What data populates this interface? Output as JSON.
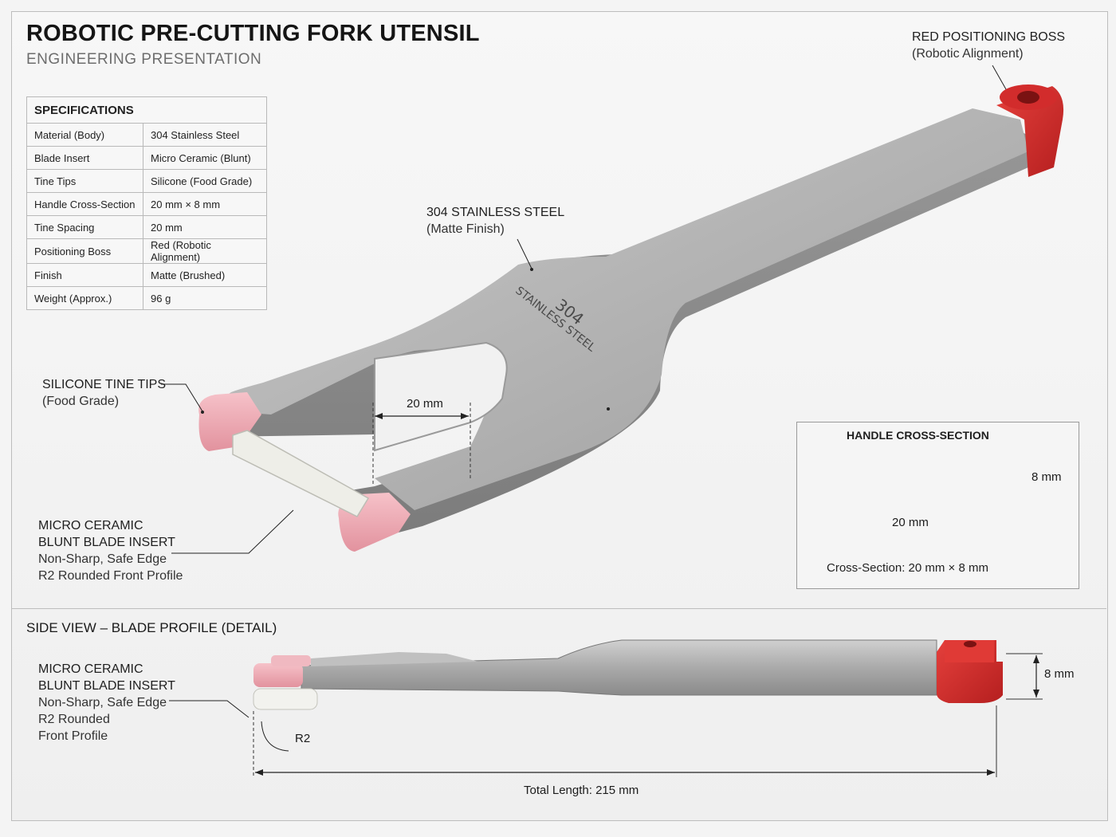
{
  "header": {
    "title": "ROBOTIC PRE-CUTTING FORK UTENSIL",
    "subtitle": "ENGINEERING PRESENTATION"
  },
  "specs": {
    "heading": "SPECIFICATIONS",
    "rows": [
      {
        "key": "Material (Body)",
        "value": "304 Stainless Steel"
      },
      {
        "key": "Blade Insert",
        "value": "Micro Ceramic (Blunt)"
      },
      {
        "key": "Tine Tips",
        "value": "Silicone (Food Grade)"
      },
      {
        "key": "Handle Cross-Section",
        "value": "20 mm × 8 mm"
      },
      {
        "key": "Tine Spacing",
        "value": "20 mm"
      },
      {
        "key": "Positioning Boss",
        "value": "Red (Robotic Alignment)"
      },
      {
        "key": "Finish",
        "value": "Matte (Brushed)"
      },
      {
        "key": "Weight (Approx.)",
        "value": "96 g"
      }
    ]
  },
  "callouts": {
    "boss": {
      "title": "RED POSITIONING BOSS",
      "sub": "(Robotic Alignment)"
    },
    "steel": {
      "title": "304 STAINLESS  STEEL",
      "sub": "(Matte Finish)"
    },
    "tips": {
      "title": "SILICONE TINE TIPS",
      "sub": "(Food Grade)"
    },
    "blade": {
      "line1": "MICRO CERAMIC",
      "line2": "BLUNT BLADE INSERT",
      "line3": "Non-Sharp, Safe Edge",
      "line4": "R2 Rounded Front Profile"
    },
    "engrave_num": "304",
    "engrave_text": "STAINLESS STEEL",
    "spacing_dim": "20 mm"
  },
  "cross_section": {
    "title": "HANDLE CROSS-SECTION",
    "width_label": "20 mm",
    "height_label": "8 mm",
    "caption": "Cross-Section: 20 mm × 8 mm"
  },
  "side_view": {
    "title": "SIDE VIEW – BLADE PROFILE (DETAIL)",
    "blade": {
      "line1": "MICRO CERAMIC",
      "line2": "BLUNT BLADE INSERT",
      "line3": "Non-Sharp, Safe Edge",
      "line4": "R2 Rounded",
      "line5": "Front Profile"
    },
    "radius_label": "R2",
    "height_label": "8 mm",
    "length_label": "Total Length: 215 mm"
  },
  "colors": {
    "steel": "#a9a9a9",
    "boss_red": "#d42a2a",
    "silicone_pink": "#f0a9b3",
    "ceramic_white": "#efefea"
  }
}
